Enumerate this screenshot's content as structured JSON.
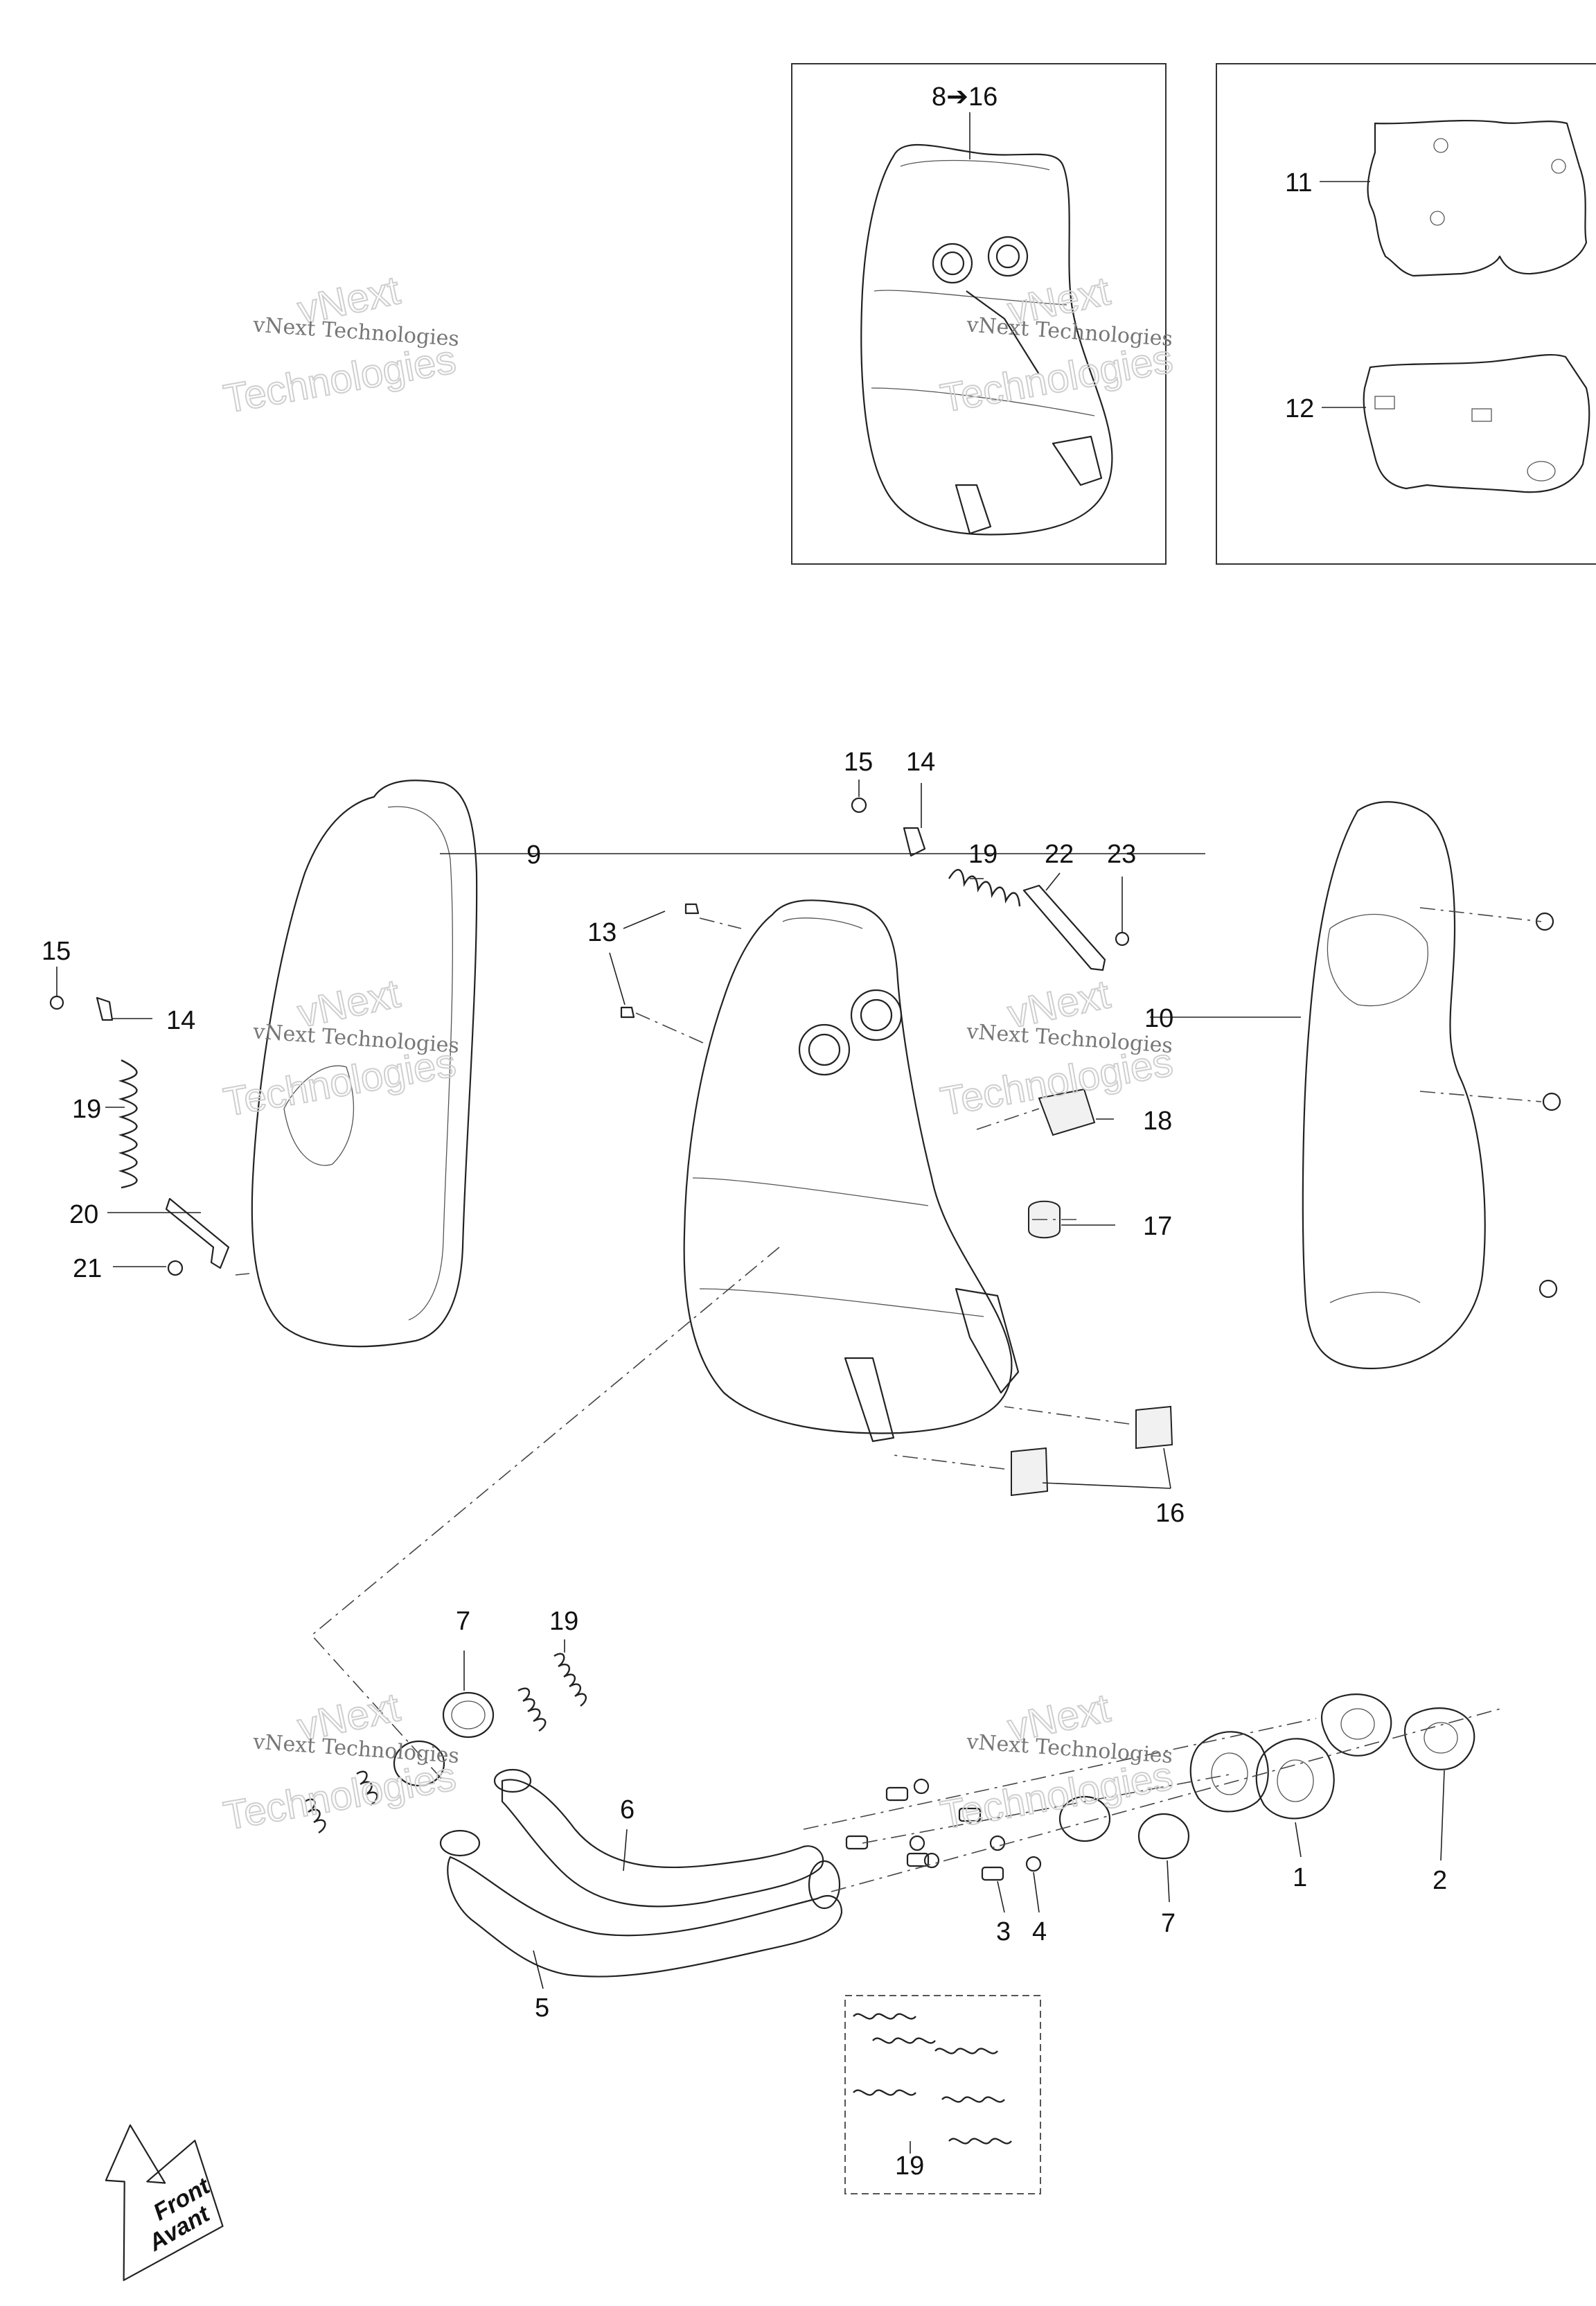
{
  "diagram": {
    "kit_label": "8➔16",
    "callouts": {
      "kit_top": "8➔16",
      "c11": "11",
      "c12": "12",
      "c9": "9",
      "c15a": "15",
      "c14a": "14",
      "c19a": "19",
      "c20": "20",
      "c21": "21",
      "c15b": "15",
      "c14b": "14",
      "c19b": "19",
      "c22": "22",
      "c23": "23",
      "c13": "13",
      "c10": "10",
      "c18": "18",
      "c17": "17",
      "c16": "16",
      "c7a": "7",
      "c19c": "19",
      "c6": "6",
      "c5": "5",
      "c3": "3",
      "c4": "4",
      "c7b": "7",
      "c1": "1",
      "c2": "2",
      "c19d": "19"
    },
    "watermark": {
      "line1": "vNext",
      "line2": "vNext Technologies",
      "line3": "Technologies"
    },
    "direction": {
      "line1": "Front",
      "line2": "Avant"
    }
  }
}
